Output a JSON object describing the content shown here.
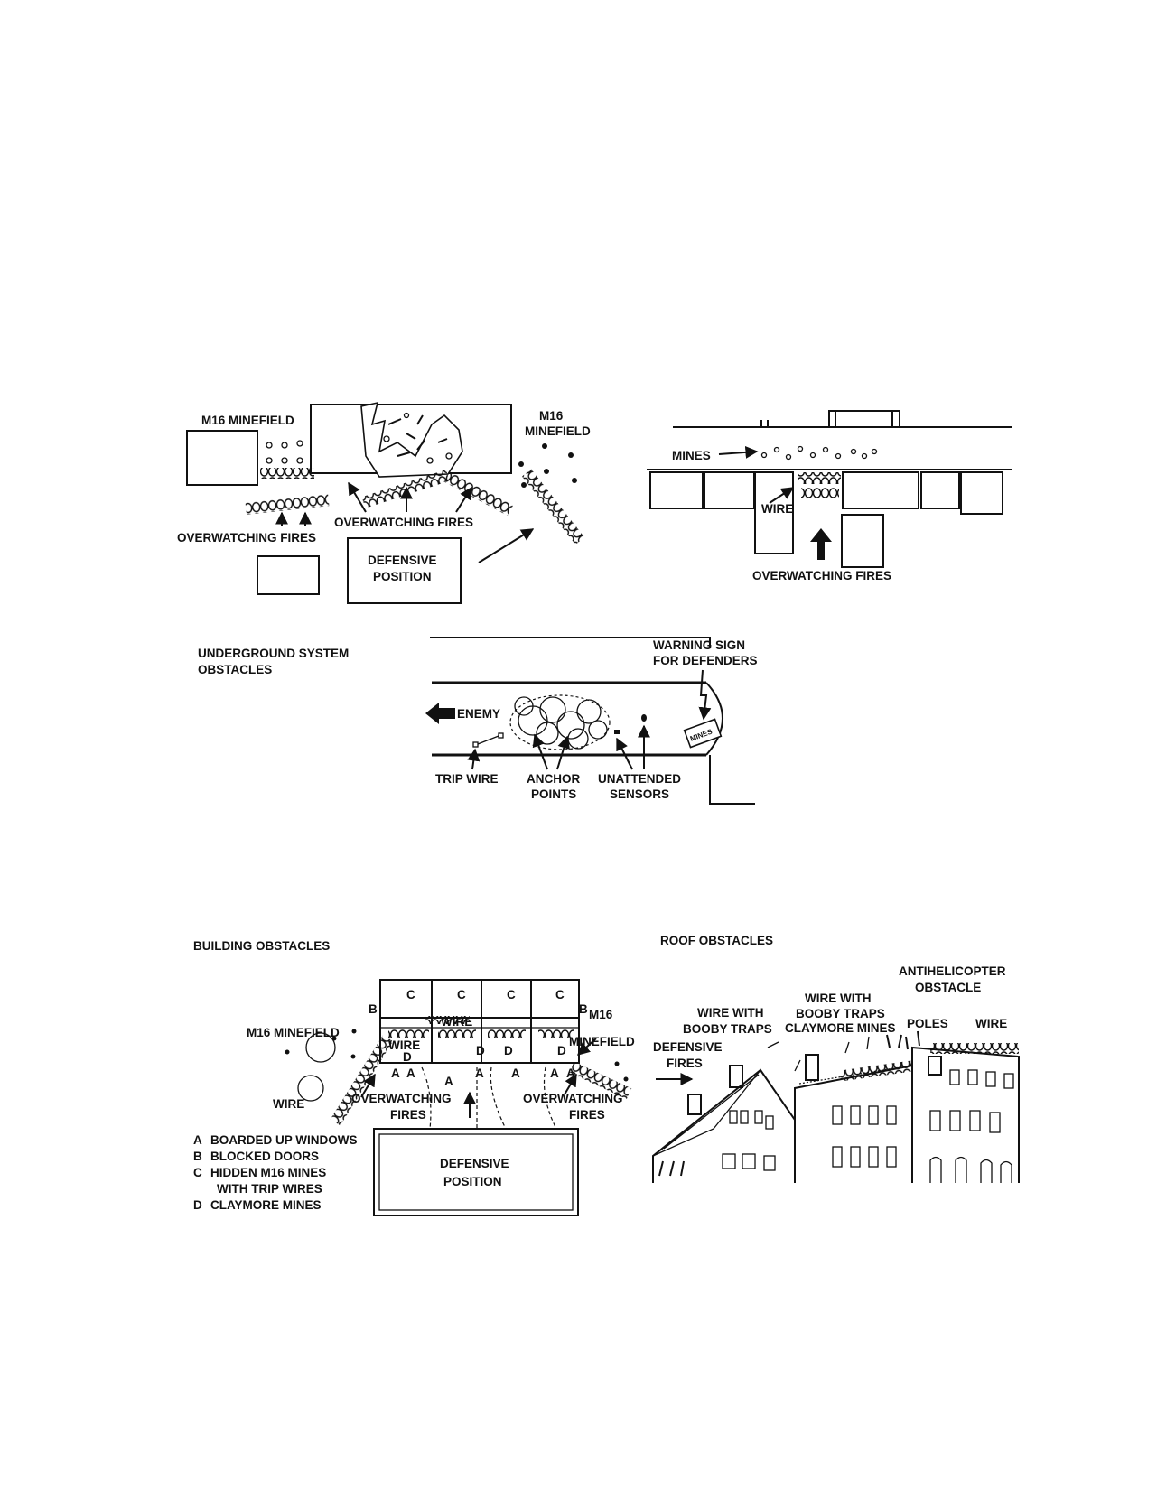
{
  "street": {
    "m16_minefield_left": "M16 MINEFIELD",
    "m16_right_line1": "M16",
    "m16_right_line2": "MINEFIELD",
    "overwatching_fires_center": "OVERWATCHING FIRES",
    "overwatching_fires_left": "OVERWATCHING FIRES",
    "defensive_position_line1": "DEFENSIVE",
    "defensive_position_line2": "POSITION"
  },
  "intersection": {
    "mines": "MINES",
    "wire": "WIRE",
    "overwatching_fires": "OVERWATCHING FIRES"
  },
  "underground": {
    "title_line1": "UNDERGROUND SYSTEM",
    "title_line2": "OBSTACLES",
    "warning_line1": "WARNING SIGN",
    "warning_line2": "FOR DEFENDERS",
    "enemy": "ENEMY",
    "sign_text": "MINES",
    "trip_wire": "TRIP WIRE",
    "anchor_line1": "ANCHOR",
    "anchor_line2": "POINTS",
    "sensors_line1": "UNATTENDED",
    "sensors_line2": "SENSORS"
  },
  "building": {
    "title": "BUILDING OBSTACLES",
    "m16_minefield_left": "M16 MINEFIELD",
    "m16_right_line1": "M16",
    "m16_right_line2": "MINEFIELD",
    "wire_left": "WIRE",
    "wire_room": "WIRE",
    "wire_room2": "WIRE",
    "overwatching_left_line1": "OVERWATCHING",
    "overwatching_left_line2": "FIRES",
    "overwatching_right_line1": "OVERWATCHING",
    "overwatching_right_line2": "FIRES",
    "defensive_line1": "DEFENSIVE",
    "defensive_line2": "POSITION",
    "room_c": "C",
    "room_d": "D",
    "window_a": "A",
    "door_b": "B",
    "legend": [
      {
        "key": "A",
        "text": "BOARDED UP WINDOWS"
      },
      {
        "key": "B",
        "text": "BLOCKED DOORS"
      },
      {
        "key": "C",
        "text": "HIDDEN M16 MINES"
      },
      {
        "key": "",
        "text": "WITH TRIP WIRES"
      },
      {
        "key": "D",
        "text": "CLAYMORE MINES"
      }
    ]
  },
  "roof": {
    "title": "ROOF OBSTACLES",
    "antiheli_line1": "ANTIHELICOPTER",
    "antiheli_line2": "OBSTACLE",
    "wire_booby_line1": "WIRE WITH",
    "wire_booby_line2": "BOOBY TRAPS",
    "wire_booby2_line1": "WIRE WITH",
    "wire_booby2_line2": "BOOBY TRAPS",
    "claymore": "CLAYMORE MINES",
    "poles": "POLES",
    "wire": "WIRE",
    "defensive_line1": "DEFENSIVE",
    "defensive_line2": "FIRES"
  }
}
